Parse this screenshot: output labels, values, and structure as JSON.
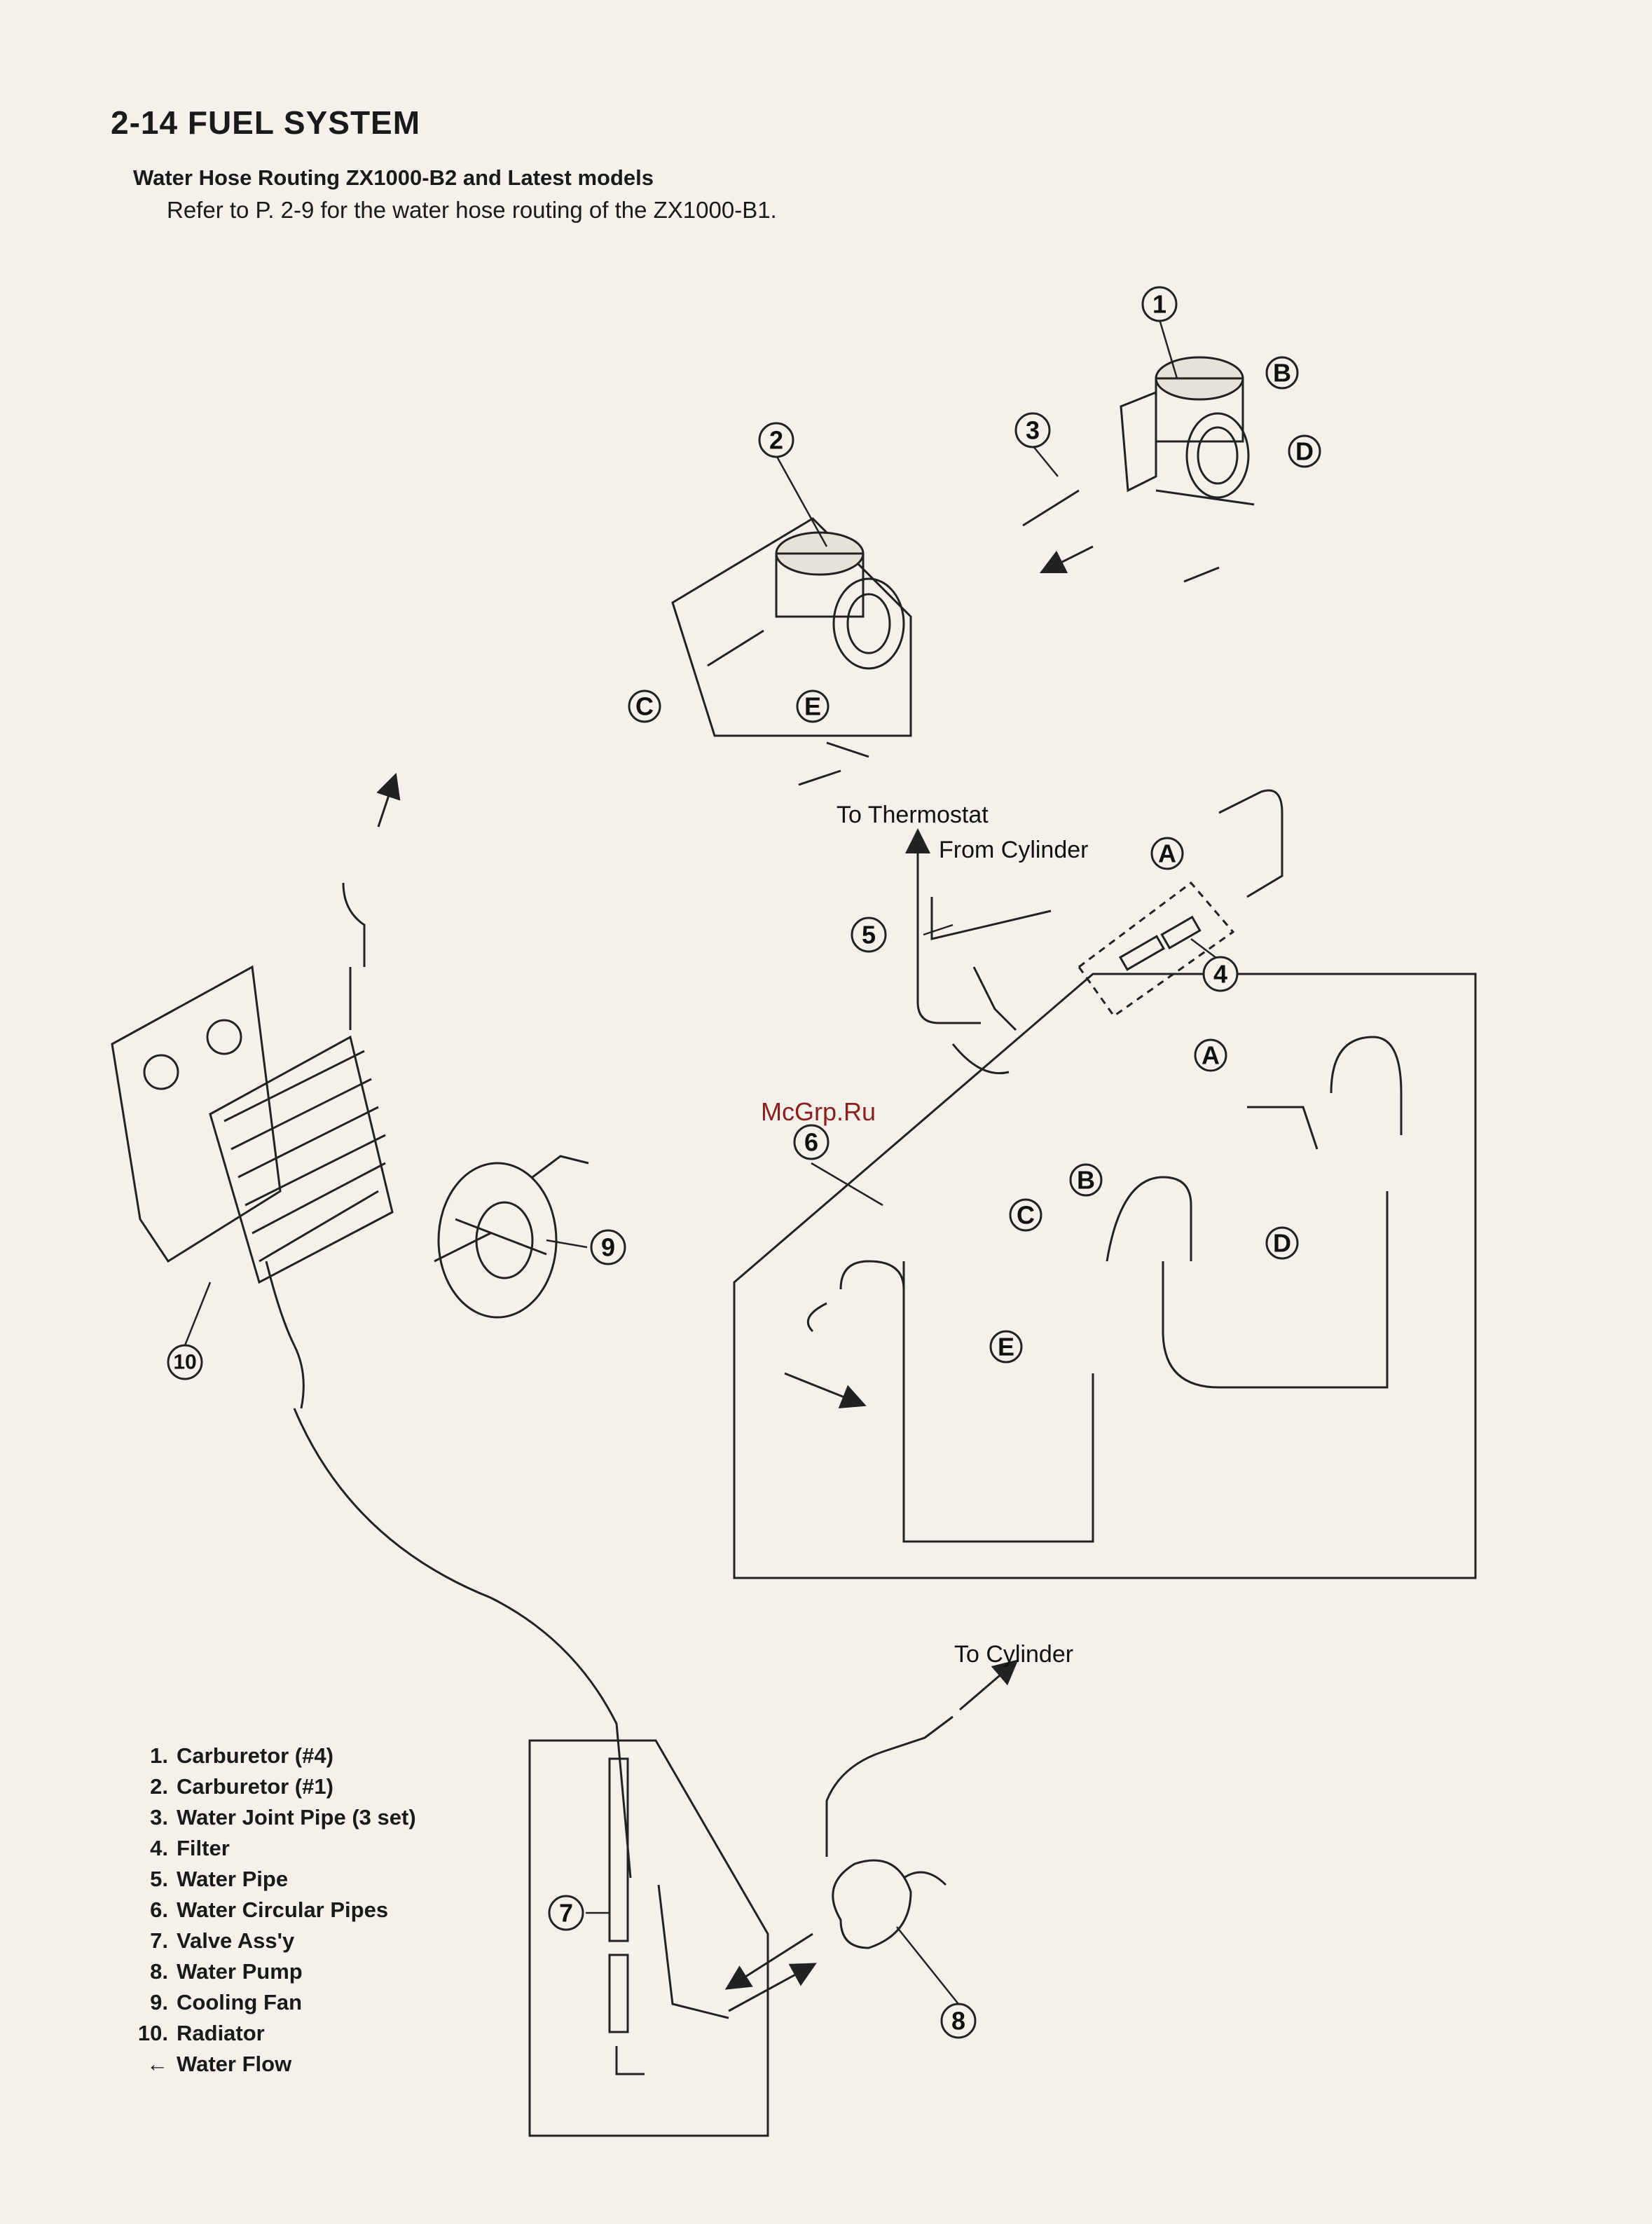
{
  "header": {
    "title": "2-14 FUEL SYSTEM"
  },
  "section": {
    "title": "Water Hose Routing ZX1000-B2 and Latest models",
    "intro": "Refer to P. 2-9 for the water hose routing of the ZX1000-B1."
  },
  "watermark": "McGrp.Ru",
  "diagram": {
    "flow_labels": {
      "to_thermostat": "To Thermostat",
      "from_cylinder": "From Cylinder",
      "to_cylinder": "To Cylinder"
    },
    "callouts": {
      "n1": "1",
      "n2": "2",
      "n3": "3",
      "n4": "4",
      "n5": "5",
      "n6": "6",
      "n7": "7",
      "n8": "8",
      "n9": "9",
      "n10": "10",
      "a1": "A",
      "a2": "A",
      "b1": "B",
      "b2": "B",
      "c1": "C",
      "c2": "C",
      "d1": "D",
      "d2": "D",
      "e1": "E",
      "e2": "E"
    }
  },
  "legend": [
    {
      "num": "1.",
      "label": "Carburetor (#4)"
    },
    {
      "num": "2.",
      "label": "Carburetor (#1)"
    },
    {
      "num": "3.",
      "label": "Water Joint Pipe (3 set)"
    },
    {
      "num": "4.",
      "label": "Filter"
    },
    {
      "num": "5.",
      "label": "Water Pipe"
    },
    {
      "num": "6.",
      "label": "Water Circular Pipes"
    },
    {
      "num": "7.",
      "label": "Valve Ass'y"
    },
    {
      "num": "8.",
      "label": "Water Pump"
    },
    {
      "num": "9.",
      "label": "Cooling Fan"
    },
    {
      "num": "10.",
      "label": "Radiator"
    },
    {
      "num": "←",
      "label": "Water Flow"
    }
  ]
}
